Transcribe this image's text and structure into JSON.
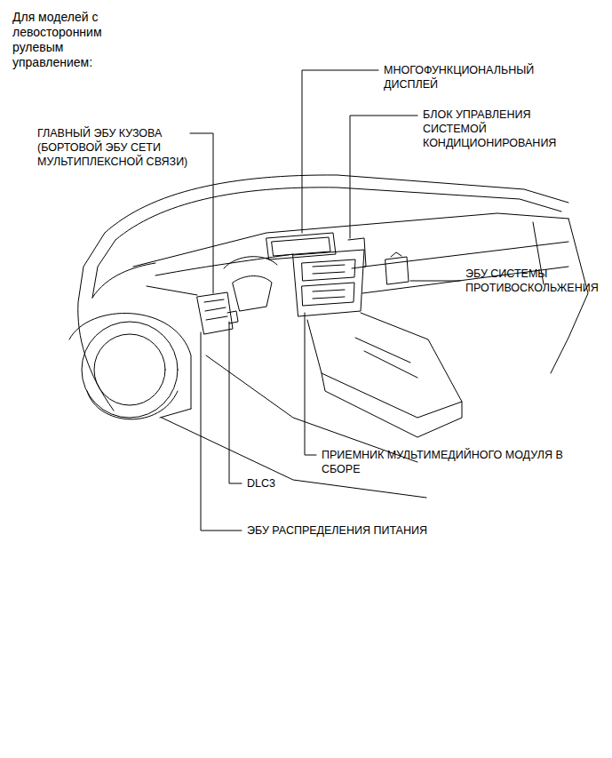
{
  "diagram": {
    "title": "Для моделей с левосторонним рулевым управлением:",
    "labels": [
      "МНОГОФУНКЦИОНАЛЬНЫЙ ДИСПЛЕЙ",
      "БЛОК УПРАВЛЕНИЯ СИСТЕМОЙ КОНДИЦИОНИРОВАНИЯ",
      "ГЛАВНЫЙ ЭБУ КУЗОВА (БОРТОВОЙ ЭБУ СЕТИ МУЛЬТИПЛЕКСНОЙ СВЯЗИ)",
      "ЭБУ СИСТЕМЫ ПРОТИВОСКОЛЬЖЕНИЯ",
      "ПРИЕМНИК МУЛЬТИМЕДИЙНОГО МОДУЛЯ В СБОРЕ",
      "DLC3",
      "ЭБУ РАСПРЕДЕЛЕНИЯ ПИТАНИЯ"
    ]
  }
}
